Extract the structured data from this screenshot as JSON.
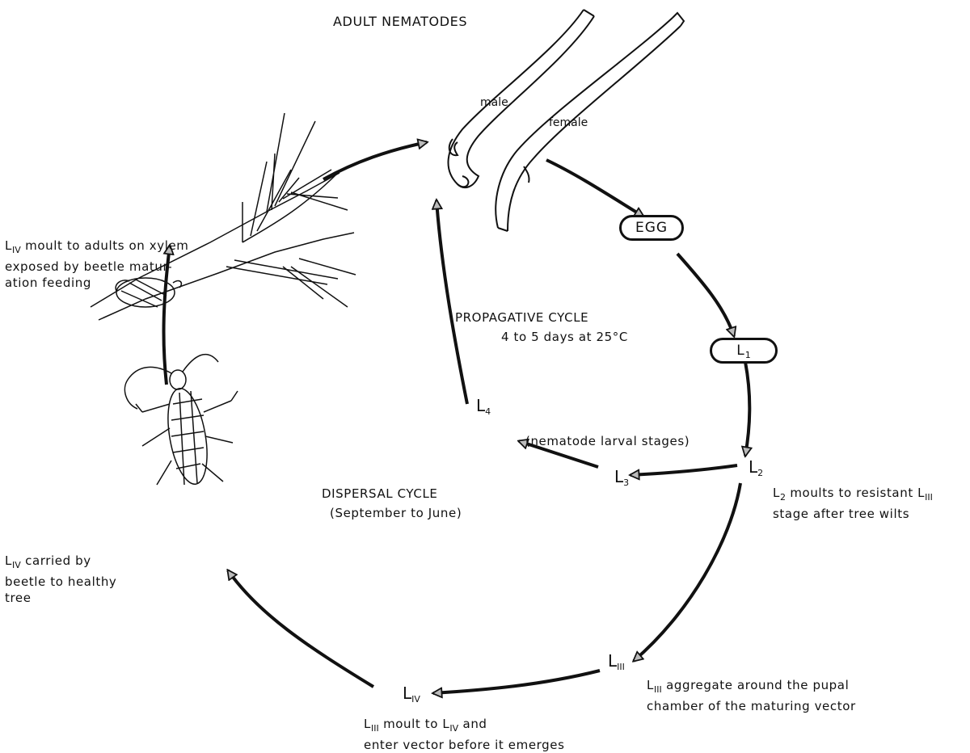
{
  "title": "ADULT  NEMATODES",
  "nematodes": {
    "male": "male",
    "female": "female"
  },
  "nodes": {
    "egg": "EGG",
    "l1": {
      "base": "L",
      "sub": "1"
    },
    "l2": {
      "base": "L",
      "sub": "2"
    },
    "l3": {
      "base": "L",
      "sub": "3"
    },
    "l4": {
      "base": "L",
      "sub": "4"
    },
    "lIII": {
      "base": "L",
      "sub": "III"
    },
    "lIV": {
      "base": "L",
      "sub": "IV"
    }
  },
  "cycles": {
    "propagative": {
      "title": "PROPAGATIVE  CYCLE",
      "subtitle": "4 to 5 days at 25°C"
    },
    "larval_note": "(nematode larval stages)",
    "dispersal": {
      "title": "DISPERSAL  CYCLE",
      "subtitle": "(September to June)"
    }
  },
  "notes": {
    "l2_moult": {
      "prefix": "L",
      "sub1": "2",
      "line1_mid": " moults to resistant L",
      "sub2": "III",
      "line2": "stage after tree wilts"
    },
    "lIII_aggregate": {
      "prefix": "L",
      "sub": "III",
      "line1": " aggregate around the pupal",
      "line2": "chamber of the maturing vector"
    },
    "lIII_moult": {
      "prefix": "L",
      "sub1": "III",
      "line1_mid": " moult to L",
      "sub2": "IV",
      "line1_end": " and",
      "line2": "enter vector before it emerges"
    },
    "lIV_carried": {
      "prefix": "L",
      "sub": "IV",
      "line1": " carried by",
      "line2": "beetle to healthy",
      "line3": "tree"
    },
    "lIV_adults": {
      "prefix": "L",
      "sub": "IV",
      "line1": " moult to adults on xylem",
      "line2": "exposed by beetle matur-",
      "line3": "ation feeding"
    }
  },
  "colors": {
    "ink": "#111111",
    "arrowhead_fill": "#bbbbbb",
    "background": "#ffffff"
  }
}
